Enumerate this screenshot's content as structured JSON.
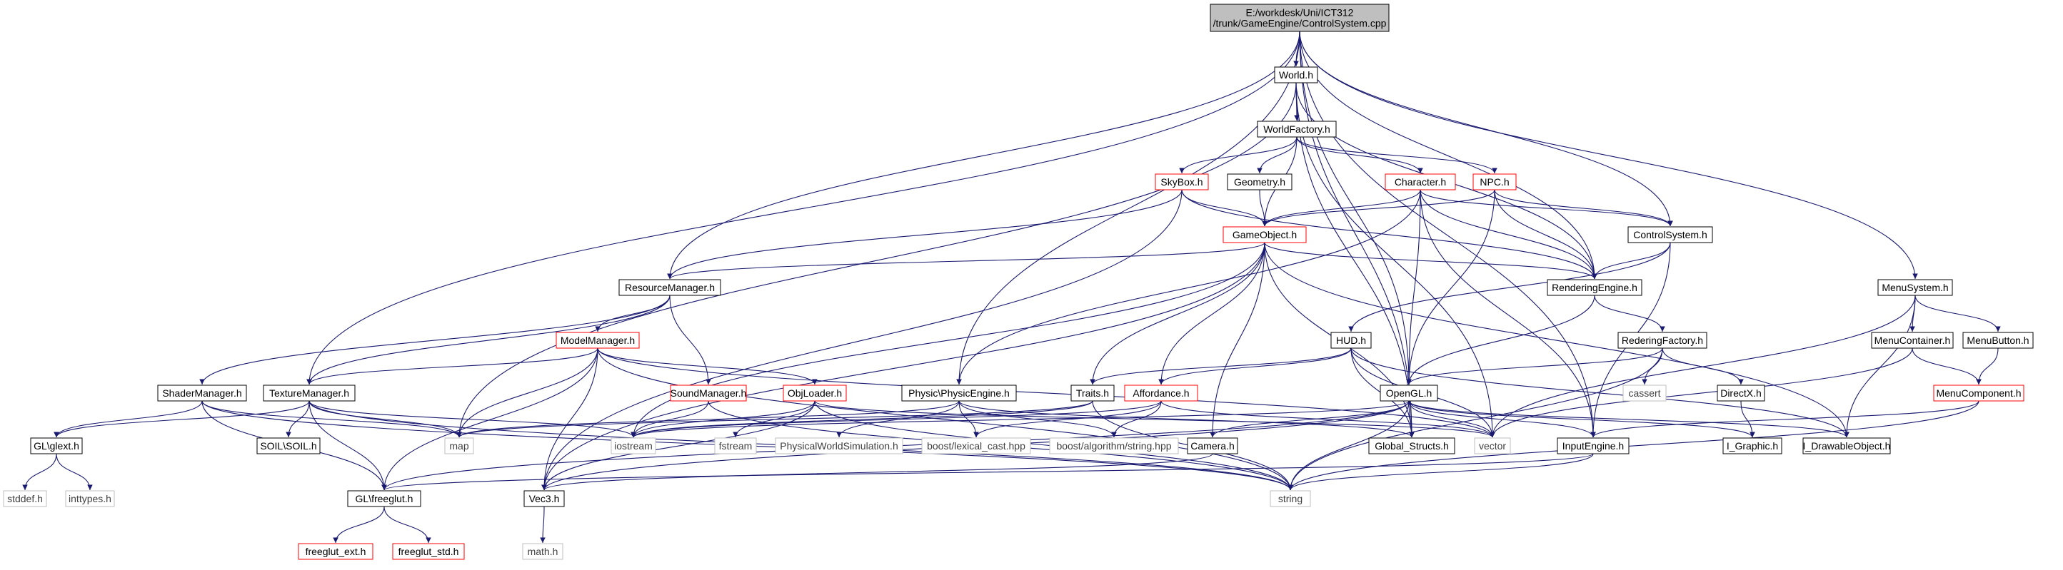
{
  "diagram": {
    "colors": {
      "edge": "#191970",
      "border_normal": "#000000",
      "border_truncated": "#ff0000",
      "border_external": "#bfbfbf",
      "root_fill": "#bfbfbf",
      "node_fill": "#ffffff",
      "text_normal": "#000000",
      "text_external": "#404040"
    },
    "nodes": [
      {
        "id": "root",
        "label": "E:/workdesk/Uni/ICT312\n/trunk/GameEngine/ControlSystem.cpp",
        "style": "root"
      },
      {
        "id": "world",
        "label": "World.h",
        "style": "normal"
      },
      {
        "id": "worldfactory",
        "label": "WorldFactory.h",
        "style": "normal"
      },
      {
        "id": "skybox",
        "label": "SkyBox.h",
        "style": "truncated"
      },
      {
        "id": "geometry",
        "label": "Geometry.h",
        "style": "normal"
      },
      {
        "id": "character",
        "label": "Character.h",
        "style": "truncated"
      },
      {
        "id": "npc",
        "label": "NPC.h",
        "style": "truncated"
      },
      {
        "id": "gameobject",
        "label": "GameObject.h",
        "style": "truncated"
      },
      {
        "id": "controlsystem",
        "label": "ControlSystem.h",
        "style": "normal"
      },
      {
        "id": "resourcemanager",
        "label": "ResourceManager.h",
        "style": "normal"
      },
      {
        "id": "renderingengine",
        "label": "RenderingEngine.h",
        "style": "normal"
      },
      {
        "id": "menusystem",
        "label": "MenuSystem.h",
        "style": "normal"
      },
      {
        "id": "modelmanager",
        "label": "ModelManager.h",
        "style": "truncated"
      },
      {
        "id": "hud",
        "label": "HUD.h",
        "style": "normal"
      },
      {
        "id": "rederingfactory",
        "label": "RederingFactory.h",
        "style": "normal"
      },
      {
        "id": "menucontainer",
        "label": "MenuContainer.h",
        "style": "normal"
      },
      {
        "id": "menubutton",
        "label": "MenuButton.h",
        "style": "normal"
      },
      {
        "id": "shadermanager",
        "label": "ShaderManager.h",
        "style": "normal"
      },
      {
        "id": "texturemanager",
        "label": "TextureManager.h",
        "style": "normal"
      },
      {
        "id": "soundmanager",
        "label": "SoundManager.h",
        "style": "truncated"
      },
      {
        "id": "objloader",
        "label": "ObjLoader.h",
        "style": "truncated"
      },
      {
        "id": "physicengine",
        "label": "Physic\\PhysicEngine.h",
        "style": "normal"
      },
      {
        "id": "traits",
        "label": "Traits.h",
        "style": "normal"
      },
      {
        "id": "affordance",
        "label": "Affordance.h",
        "style": "truncated"
      },
      {
        "id": "opengl",
        "label": "OpenGL.h",
        "style": "normal"
      },
      {
        "id": "cassert",
        "label": "cassert",
        "style": "external"
      },
      {
        "id": "directx",
        "label": "DirectX.h",
        "style": "normal"
      },
      {
        "id": "menucomponent",
        "label": "MenuComponent.h",
        "style": "truncated"
      },
      {
        "id": "glglext",
        "label": "GL\\glext.h",
        "style": "normal"
      },
      {
        "id": "soil",
        "label": "SOIL\\SOIL.h",
        "style": "normal"
      },
      {
        "id": "map",
        "label": "map",
        "style": "external"
      },
      {
        "id": "iostream",
        "label": "iostream",
        "style": "external"
      },
      {
        "id": "fstream",
        "label": "fstream",
        "style": "external"
      },
      {
        "id": "physicalworldsim",
        "label": "PhysicalWorldSimulation.h",
        "style": "external"
      },
      {
        "id": "lexicalcast",
        "label": "boost/lexical_cast.hpp",
        "style": "external"
      },
      {
        "id": "algostring",
        "label": "boost/algorithm/string.hpp",
        "style": "external"
      },
      {
        "id": "camera",
        "label": "Camera.h",
        "style": "normal"
      },
      {
        "id": "globalstructs",
        "label": "Global_Structs.h",
        "style": "normal"
      },
      {
        "id": "vector",
        "label": "vector",
        "style": "external"
      },
      {
        "id": "inputengine",
        "label": "InputEngine.h",
        "style": "normal"
      },
      {
        "id": "igraphic",
        "label": "I_Graphic.h",
        "style": "normal"
      },
      {
        "id": "idrawable",
        "label": "I_DrawableObject.h",
        "style": "normal"
      },
      {
        "id": "stddef",
        "label": "stddef.h",
        "style": "external"
      },
      {
        "id": "inttypes",
        "label": "inttypes.h",
        "style": "external"
      },
      {
        "id": "glfreeglut",
        "label": "GL\\freeglut.h",
        "style": "normal"
      },
      {
        "id": "vec3",
        "label": "Vec3.h",
        "style": "normal"
      },
      {
        "id": "string",
        "label": "string",
        "style": "external"
      },
      {
        "id": "freeglutext",
        "label": "freeglut_ext.h",
        "style": "truncated"
      },
      {
        "id": "freeglutstd",
        "label": "freeglut_std.h",
        "style": "truncated"
      },
      {
        "id": "math",
        "label": "math.h",
        "style": "external"
      }
    ],
    "edges": [
      [
        "root",
        "world"
      ],
      [
        "root",
        "controlsystem"
      ],
      [
        "root",
        "resourcemanager"
      ],
      [
        "root",
        "renderingengine"
      ],
      [
        "root",
        "menusystem"
      ],
      [
        "root",
        "texturemanager"
      ],
      [
        "root",
        "physicengine"
      ],
      [
        "root",
        "opengl"
      ],
      [
        "root",
        "globalstructs"
      ],
      [
        "root",
        "inputengine"
      ],
      [
        "world",
        "worldfactory"
      ],
      [
        "world",
        "renderingengine"
      ],
      [
        "world",
        "map"
      ],
      [
        "world",
        "globalstructs"
      ],
      [
        "world",
        "vector"
      ],
      [
        "worldfactory",
        "skybox"
      ],
      [
        "worldfactory",
        "geometry"
      ],
      [
        "worldfactory",
        "character"
      ],
      [
        "worldfactory",
        "npc"
      ],
      [
        "worldfactory",
        "gameobject"
      ],
      [
        "skybox",
        "gameobject"
      ],
      [
        "skybox",
        "resourcemanager"
      ],
      [
        "skybox",
        "renderingengine"
      ],
      [
        "skybox",
        "vec3"
      ],
      [
        "geometry",
        "gameobject"
      ],
      [
        "character",
        "gameobject"
      ],
      [
        "character",
        "controlsystem"
      ],
      [
        "character",
        "renderingengine"
      ],
      [
        "character",
        "opengl"
      ],
      [
        "character",
        "inputengine"
      ],
      [
        "character",
        "physicengine"
      ],
      [
        "npc",
        "gameobject"
      ],
      [
        "npc",
        "controlsystem"
      ],
      [
        "npc",
        "renderingengine"
      ],
      [
        "npc",
        "opengl"
      ],
      [
        "gameobject",
        "resourcemanager"
      ],
      [
        "gameobject",
        "renderingengine"
      ],
      [
        "gameobject",
        "traits"
      ],
      [
        "gameobject",
        "affordance"
      ],
      [
        "gameobject",
        "iostream"
      ],
      [
        "gameobject",
        "vec3"
      ],
      [
        "gameobject",
        "globalstructs"
      ],
      [
        "gameobject",
        "idrawable"
      ],
      [
        "gameobject",
        "camera"
      ],
      [
        "controlsystem",
        "renderingengine"
      ],
      [
        "controlsystem",
        "hud"
      ],
      [
        "controlsystem",
        "inputengine"
      ],
      [
        "resourcemanager",
        "modelmanager"
      ],
      [
        "resourcemanager",
        "shadermanager"
      ],
      [
        "resourcemanager",
        "texturemanager"
      ],
      [
        "resourcemanager",
        "soundmanager"
      ],
      [
        "renderingengine",
        "opengl"
      ],
      [
        "renderingengine",
        "rederingfactory"
      ],
      [
        "menusystem",
        "menucontainer"
      ],
      [
        "menusystem",
        "menubutton"
      ],
      [
        "menusystem",
        "idrawable"
      ],
      [
        "menusystem",
        "vector"
      ],
      [
        "modelmanager",
        "texturemanager"
      ],
      [
        "modelmanager",
        "objloader"
      ],
      [
        "modelmanager",
        "glfreeglut"
      ],
      [
        "modelmanager",
        "map"
      ],
      [
        "modelmanager",
        "vec3"
      ],
      [
        "modelmanager",
        "string"
      ],
      [
        "modelmanager",
        "vector"
      ],
      [
        "hud",
        "traits"
      ],
      [
        "hud",
        "affordance"
      ],
      [
        "hud",
        "globalstructs"
      ],
      [
        "hud",
        "vector"
      ],
      [
        "hud",
        "idrawable"
      ],
      [
        "rederingfactory",
        "opengl"
      ],
      [
        "rederingfactory",
        "cassert"
      ],
      [
        "rederingfactory",
        "directx"
      ],
      [
        "rederingfactory",
        "string"
      ],
      [
        "menucontainer",
        "menucomponent"
      ],
      [
        "menucontainer",
        "vector"
      ],
      [
        "menubutton",
        "menucomponent"
      ],
      [
        "shadermanager",
        "glglext"
      ],
      [
        "shadermanager",
        "map"
      ],
      [
        "shadermanager",
        "glfreeglut"
      ],
      [
        "shadermanager",
        "string"
      ],
      [
        "texturemanager",
        "glglext"
      ],
      [
        "texturemanager",
        "soil"
      ],
      [
        "texturemanager",
        "map"
      ],
      [
        "texturemanager",
        "glfreeglut"
      ],
      [
        "texturemanager",
        "string"
      ],
      [
        "texturemanager",
        "iostream"
      ],
      [
        "soundmanager",
        "iostream"
      ],
      [
        "soundmanager",
        "string"
      ],
      [
        "objloader",
        "iostream"
      ],
      [
        "objloader",
        "fstream"
      ],
      [
        "objloader",
        "vector"
      ],
      [
        "objloader",
        "vec3"
      ],
      [
        "objloader",
        "string"
      ],
      [
        "physicengine",
        "physicalworldsim"
      ],
      [
        "physicengine",
        "map"
      ],
      [
        "physicengine",
        "lexicalcast"
      ],
      [
        "physicengine",
        "algostring"
      ],
      [
        "physicengine",
        "globalstructs"
      ],
      [
        "traits",
        "map"
      ],
      [
        "traits",
        "iostream"
      ],
      [
        "traits",
        "string"
      ],
      [
        "affordance",
        "iostream"
      ],
      [
        "affordance",
        "lexicalcast"
      ],
      [
        "affordance",
        "algostring"
      ],
      [
        "affordance",
        "vector"
      ],
      [
        "opengl",
        "glfreeglut"
      ],
      [
        "opengl",
        "camera"
      ],
      [
        "opengl",
        "globalstructs"
      ],
      [
        "opengl",
        "vector"
      ],
      [
        "opengl",
        "inputengine"
      ],
      [
        "opengl",
        "igraphic"
      ],
      [
        "opengl",
        "idrawable"
      ],
      [
        "opengl",
        "string"
      ],
      [
        "opengl",
        "vec3"
      ],
      [
        "opengl",
        "iostream"
      ],
      [
        "directx",
        "igraphic"
      ],
      [
        "menucomponent",
        "inputengine"
      ],
      [
        "menucomponent",
        "string"
      ],
      [
        "glglext",
        "stddef"
      ],
      [
        "glglext",
        "inttypes"
      ],
      [
        "camera",
        "vec3"
      ],
      [
        "inputengine",
        "glfreeglut"
      ],
      [
        "inputengine",
        "string"
      ],
      [
        "glfreeglut",
        "freeglutext"
      ],
      [
        "glfreeglut",
        "freeglutstd"
      ],
      [
        "vec3",
        "math"
      ]
    ]
  }
}
